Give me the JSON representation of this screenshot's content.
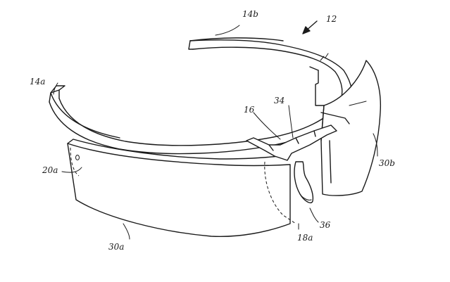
{
  "labels": {
    "ref_12": "12",
    "ref_14a": "14a",
    "ref_14b": "14b",
    "ref_16": "16",
    "ref_34": "34",
    "ref_20a": "20a",
    "ref_30a": "30a",
    "ref_30b": "30b",
    "ref_36": "36",
    "ref_18a": "18a"
  }
}
